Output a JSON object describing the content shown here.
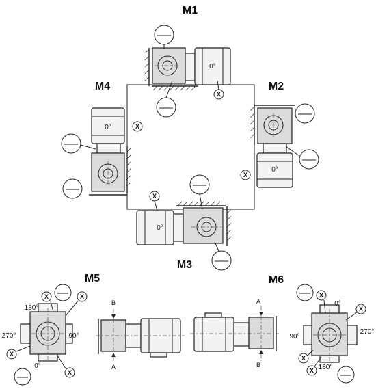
{
  "positions": {
    "m1": "M1",
    "m2": "M2",
    "m3": "M3",
    "m4": "M4",
    "m5": "M5",
    "m6": "M6"
  },
  "angles": {
    "zero": "0°",
    "ninety": "90°",
    "oneeighty": "180°",
    "twoseventy": "270°"
  },
  "shaft_marks": {
    "a": "A",
    "b": "B"
  },
  "marker": "X"
}
